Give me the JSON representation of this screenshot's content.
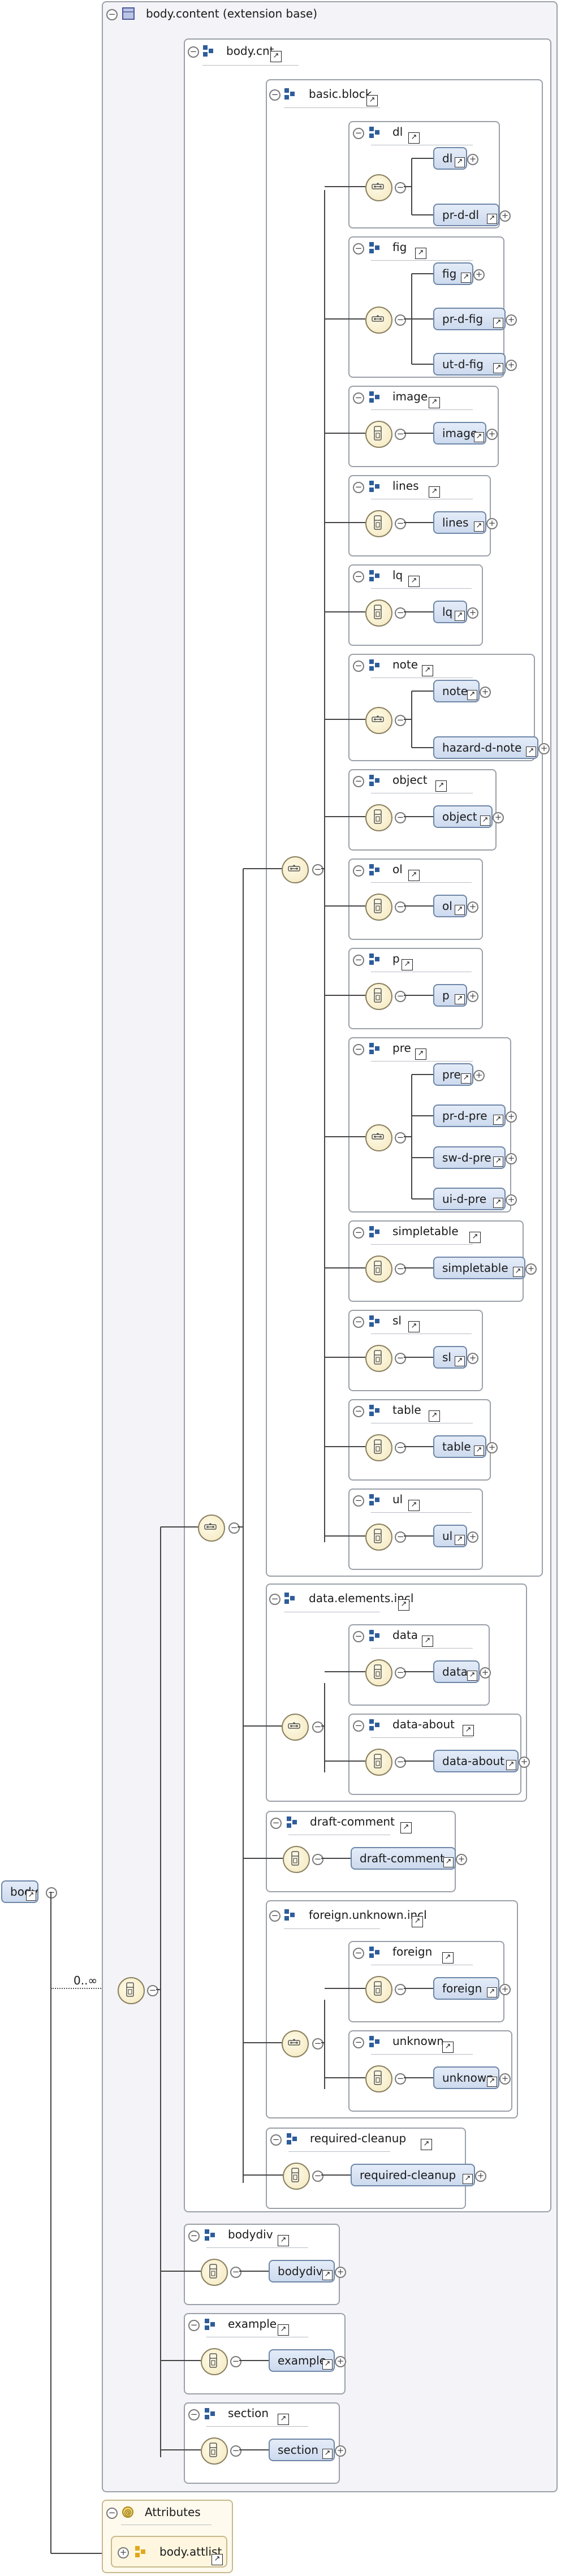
{
  "root": {
    "label": "body",
    "cardinality": "0..∞"
  },
  "content_group": {
    "label": "body.content (extension base)"
  },
  "body_cnt": {
    "label": "body.cnt"
  },
  "basic_block": {
    "label": "basic.block",
    "items": [
      {
        "group": "dl",
        "elements": [
          "dl",
          "pr-d-dl"
        ]
      },
      {
        "group": "fig",
        "elements": [
          "fig",
          "pr-d-fig",
          "ut-d-fig"
        ]
      },
      {
        "group": "image",
        "elements": [
          "image"
        ]
      },
      {
        "group": "lines",
        "elements": [
          "lines"
        ]
      },
      {
        "group": "lq",
        "elements": [
          "lq"
        ]
      },
      {
        "group": "note",
        "elements": [
          "note",
          "hazard-d-note"
        ]
      },
      {
        "group": "object",
        "elements": [
          "object"
        ]
      },
      {
        "group": "ol",
        "elements": [
          "ol"
        ]
      },
      {
        "group": "p",
        "elements": [
          "p"
        ]
      },
      {
        "group": "pre",
        "elements": [
          "pre",
          "pr-d-pre",
          "sw-d-pre",
          "ui-d-pre"
        ]
      },
      {
        "group": "simpletable",
        "elements": [
          "simpletable"
        ]
      },
      {
        "group": "sl",
        "elements": [
          "sl"
        ]
      },
      {
        "group": "table",
        "elements": [
          "table"
        ]
      },
      {
        "group": "ul",
        "elements": [
          "ul"
        ]
      }
    ]
  },
  "data_elements": {
    "label": "data.elements.incl",
    "items": [
      {
        "group": "data",
        "elements": [
          "data"
        ]
      },
      {
        "group": "data-about",
        "elements": [
          "data-about"
        ]
      }
    ]
  },
  "draft_comment": {
    "group": "draft-comment",
    "elements": [
      "draft-comment"
    ]
  },
  "foreign_unknown": {
    "label": "foreign.unknown.incl",
    "items": [
      {
        "group": "foreign",
        "elements": [
          "foreign"
        ]
      },
      {
        "group": "unknown",
        "elements": [
          "unknown"
        ]
      }
    ]
  },
  "required_cleanup": {
    "group": "required-cleanup",
    "elements": [
      "required-cleanup"
    ]
  },
  "outer_groups": [
    {
      "group": "bodydiv",
      "elements": [
        "bodydiv"
      ]
    },
    {
      "group": "example",
      "elements": [
        "example"
      ]
    },
    {
      "group": "section",
      "elements": [
        "section"
      ]
    }
  ],
  "attributes": {
    "label": "Attributes",
    "attr_group": "body.attlist"
  }
}
